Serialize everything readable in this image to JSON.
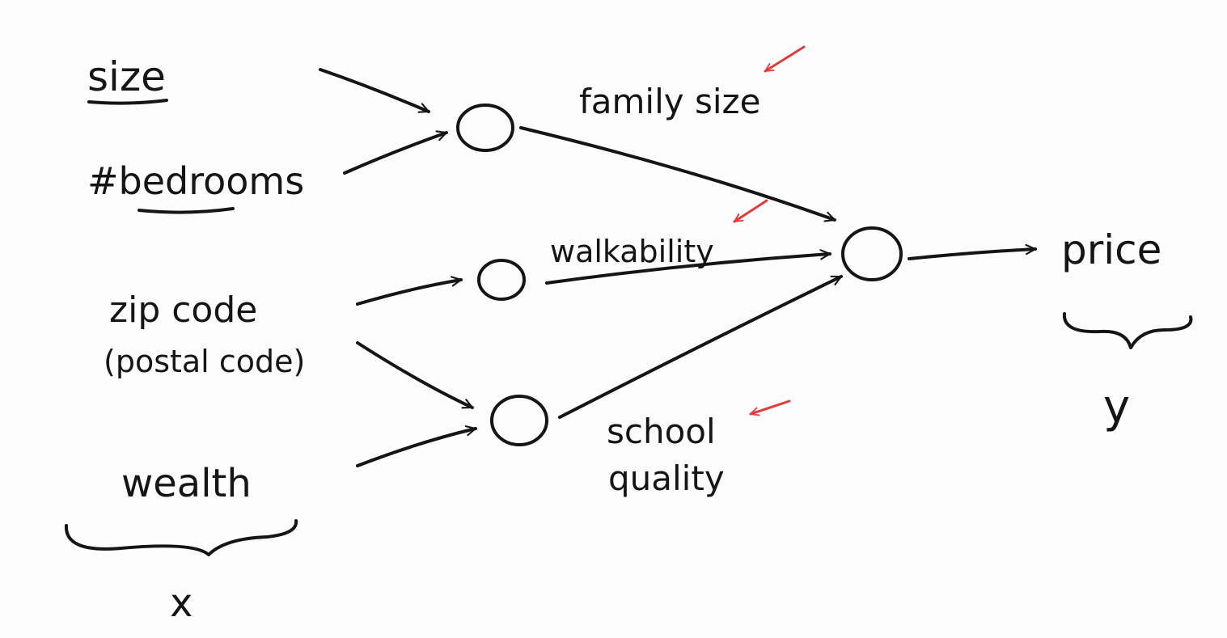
{
  "inputs": {
    "size": "size",
    "bedrooms": "#bedrooms",
    "zip_code": "zip code",
    "postal_code": "(postal code)",
    "wealth": "wealth",
    "x_label": "x"
  },
  "hidden": {
    "family_size": "family size",
    "walkability": "walkability",
    "school_line1": "school",
    "school_line2": "quality"
  },
  "output": {
    "price": "price",
    "y_label": "y"
  },
  "colors": {
    "ink": "#151515",
    "annotation": "#e23b3b"
  }
}
